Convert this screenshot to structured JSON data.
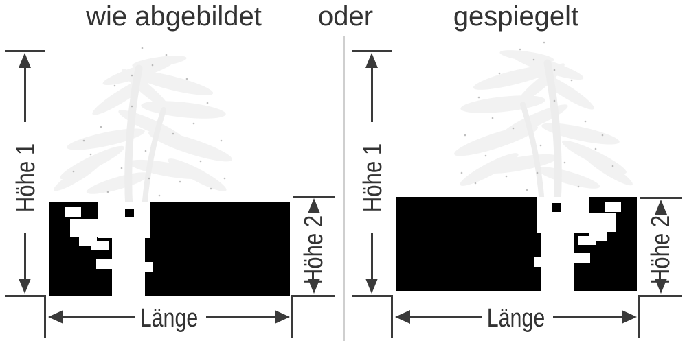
{
  "header": {
    "option_a": "wie abgebildet",
    "separator": "oder",
    "option_b": "gespiegelt"
  },
  "diagrams": [
    {
      "id": "wie-abgebildet",
      "plant_position": "left",
      "labels": {
        "height1": "Höhe 1",
        "height2": "Höhe 2",
        "length": "Länge"
      }
    },
    {
      "id": "gespiegelt",
      "plant_position": "right",
      "labels": {
        "height1": "Höhe 1",
        "height2": "Höhe 2",
        "length": "Länge"
      }
    }
  ],
  "illustration": {
    "plant": "faint bamboo plant silhouette rising from black planter box"
  },
  "colors": {
    "background": "#ffffff",
    "line": "#3a3a3a",
    "text": "#333333",
    "box": "#000000",
    "divider": "#cfcfcf",
    "plant_faint": "#f2f2f2"
  }
}
